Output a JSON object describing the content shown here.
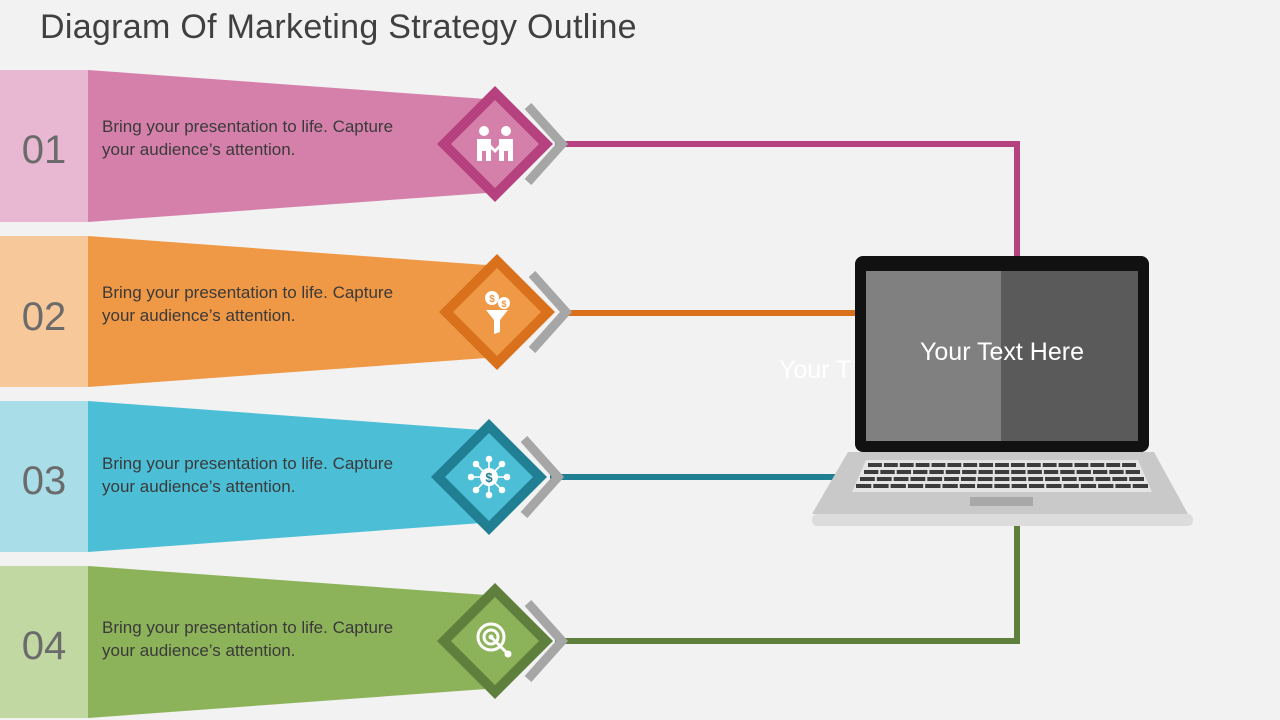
{
  "title": "Diagram Of Marketing Strategy Outline",
  "colors": {
    "background": "#f2f2f2",
    "pink": "#d580ab",
    "pink_light": "#e8b8d2",
    "pink_dark": "#b5417f",
    "orange": "#ef9846",
    "orange_light": "#f6c89a",
    "orange_dark": "#d9711c",
    "blue": "#4cbfd7",
    "blue_light": "#a9dde8",
    "blue_dark": "#217f93",
    "green": "#8db35a",
    "green_light": "#c2d8a3",
    "green_dark": "#5f7f3c",
    "laptop_frame": "#111111",
    "laptop_screen_left": "#808080",
    "laptop_screen_right": "#5a5a5a"
  },
  "rows": [
    {
      "number": "01",
      "line1": "Bring your presentation to life. Capture",
      "line2": "your audience’s  attention.",
      "icon": "handshake-people-icon"
    },
    {
      "number": "02",
      "line1": "Bring your presentation to life. Capture",
      "line2": "your audience’s  attention.",
      "icon": "money-funnel-icon"
    },
    {
      "number": "03",
      "line1": "Bring your presentation to life. Capture",
      "line2": "your audience’s  attention.",
      "icon": "dollar-network-icon"
    },
    {
      "number": "04",
      "line1": "Bring your presentation to life. Capture",
      "line2": "your audience’s  attention.",
      "icon": "target-icon"
    }
  ],
  "laptop": {
    "screen_text": "Your Text Here",
    "ghost_text": "Your T"
  }
}
